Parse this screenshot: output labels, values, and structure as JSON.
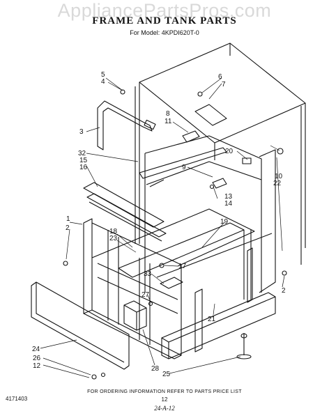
{
  "watermark": "AppliancePartsPros.com",
  "title": "FRAME AND TANK PARTS",
  "model": "For Model: 4KPDI620T-0",
  "callouts": {
    "c5": "5",
    "c4": "4",
    "c6": "6",
    "c7": "7",
    "c8": "8",
    "c11": "11",
    "c3": "3",
    "c32": "32",
    "c15": "15",
    "c16": "16",
    "c20": "20",
    "c9": "9",
    "c10": "10",
    "c22": "22",
    "c13": "13",
    "c14": "14",
    "c1": "1",
    "c2a": "2",
    "c18": "18",
    "c23": "23",
    "c19": "19",
    "c17": "17",
    "c33": "33",
    "c27": "27",
    "c2b": "2",
    "c21": "21",
    "c24": "24",
    "c26": "26",
    "c12": "12",
    "c28": "28",
    "c25": "25"
  },
  "footer": "FOR ORDERING INFORMATION REFER TO PARTS PRICE LIST",
  "doc_number": "4171403",
  "page_number": "12",
  "handwritten": "24-A-12"
}
